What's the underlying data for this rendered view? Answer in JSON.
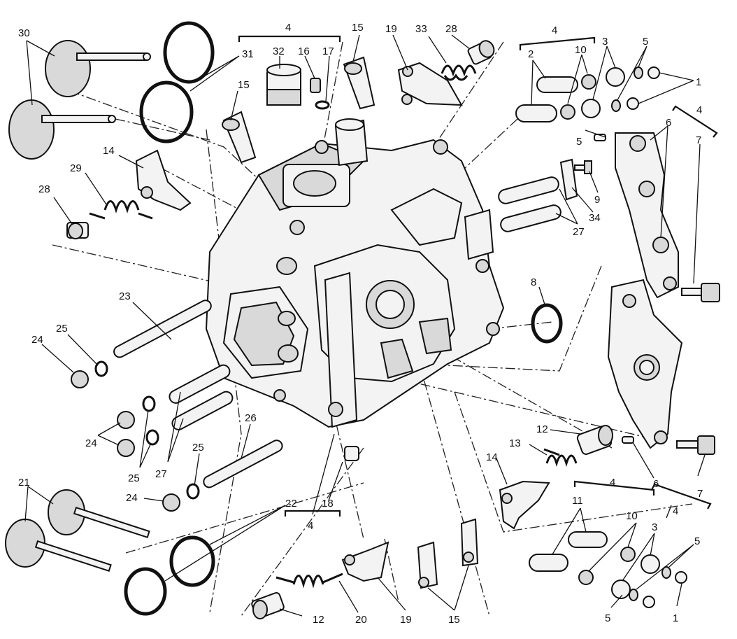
{
  "diagram": {
    "callouts": {
      "c30": "30",
      "c31": "31",
      "c4a": "4",
      "c32": "32",
      "c16": "16",
      "c17": "17",
      "c15a": "15",
      "c19a": "19",
      "c33": "33",
      "c28a": "28",
      "c4b": "4",
      "c2": "2",
      "c10a": "10",
      "c3a": "3",
      "c5a": "5",
      "c1a": "1",
      "c4c": "4",
      "c6a": "6",
      "c5b": "5",
      "c7a": "7",
      "c15b": "15",
      "c14a": "14",
      "c29": "29",
      "c28b": "28",
      "c9": "9",
      "c34": "34",
      "c27a": "27",
      "c8": "8",
      "c23": "23",
      "c25a": "25",
      "c24a": "24",
      "c24b": "24",
      "c25b": "25",
      "c27b": "27",
      "c26": "26",
      "c25c": "25",
      "c24c": "24",
      "c21": "21",
      "c22": "22",
      "c18": "18",
      "c4d": "4",
      "c12a": "12",
      "c13": "13",
      "c14b": "14",
      "c6b": "6",
      "c7b": "7",
      "c4e": "4",
      "c4f": "4",
      "c11": "11",
      "c10b": "10",
      "c3b": "3",
      "c5c": "5",
      "c5d": "5",
      "c1b": "1",
      "c12b": "12",
      "c20": "20",
      "c19b": "19",
      "c15c": "15"
    }
  }
}
